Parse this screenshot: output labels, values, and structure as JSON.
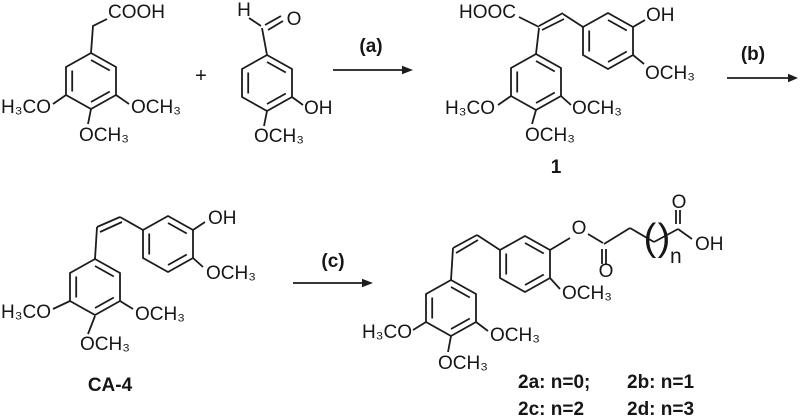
{
  "figure": {
    "kind": "reaction-scheme",
    "background": "#ffffff",
    "ink": "#1c1c1c"
  },
  "top_row": {
    "acid": {
      "cooh": "COOH",
      "h3co": "H₃CO",
      "och3_right": "OCH₃",
      "och3_bottom": "OCH₃"
    },
    "plus": "+",
    "aldehyde": {
      "h": "H",
      "o": "O",
      "oh": "OH",
      "och3_bottom": "OCH₃"
    },
    "arrow_a": {
      "label": "(a)"
    },
    "compound1": {
      "hooc": "HOOC",
      "oh": "OH",
      "och3_ring_c": "OCH₃",
      "h3co": "H₃CO",
      "och3_right": "OCH₃",
      "och3_bottom": "OCH₃",
      "caption": "1"
    },
    "arrow_b": {
      "label": "(b)"
    }
  },
  "bottom_row": {
    "ca4": {
      "oh": "OH",
      "och3_ring_e": "OCH₃",
      "h3co": "H₃CO",
      "och3_right": "OCH₃",
      "och3_bottom": "OCH₃",
      "caption": "CA-4"
    },
    "arrow_c": {
      "label": "(c)"
    },
    "compound2": {
      "ester_o": "O",
      "carbonyl_o": "O",
      "acid_o": "O",
      "oh": "OH",
      "paren_open": "(",
      "paren_close": ")",
      "n": "n",
      "och3_ring_g": "OCH₃",
      "h3co": "H₃CO",
      "och3_right": "OCH₃",
      "och3_bottom": "OCH₃",
      "variant_2a": "2a: n=0;",
      "variant_2b": "2b: n=1",
      "variant_2c": "2c: n=2",
      "variant_2d": "2d: n=3"
    }
  }
}
